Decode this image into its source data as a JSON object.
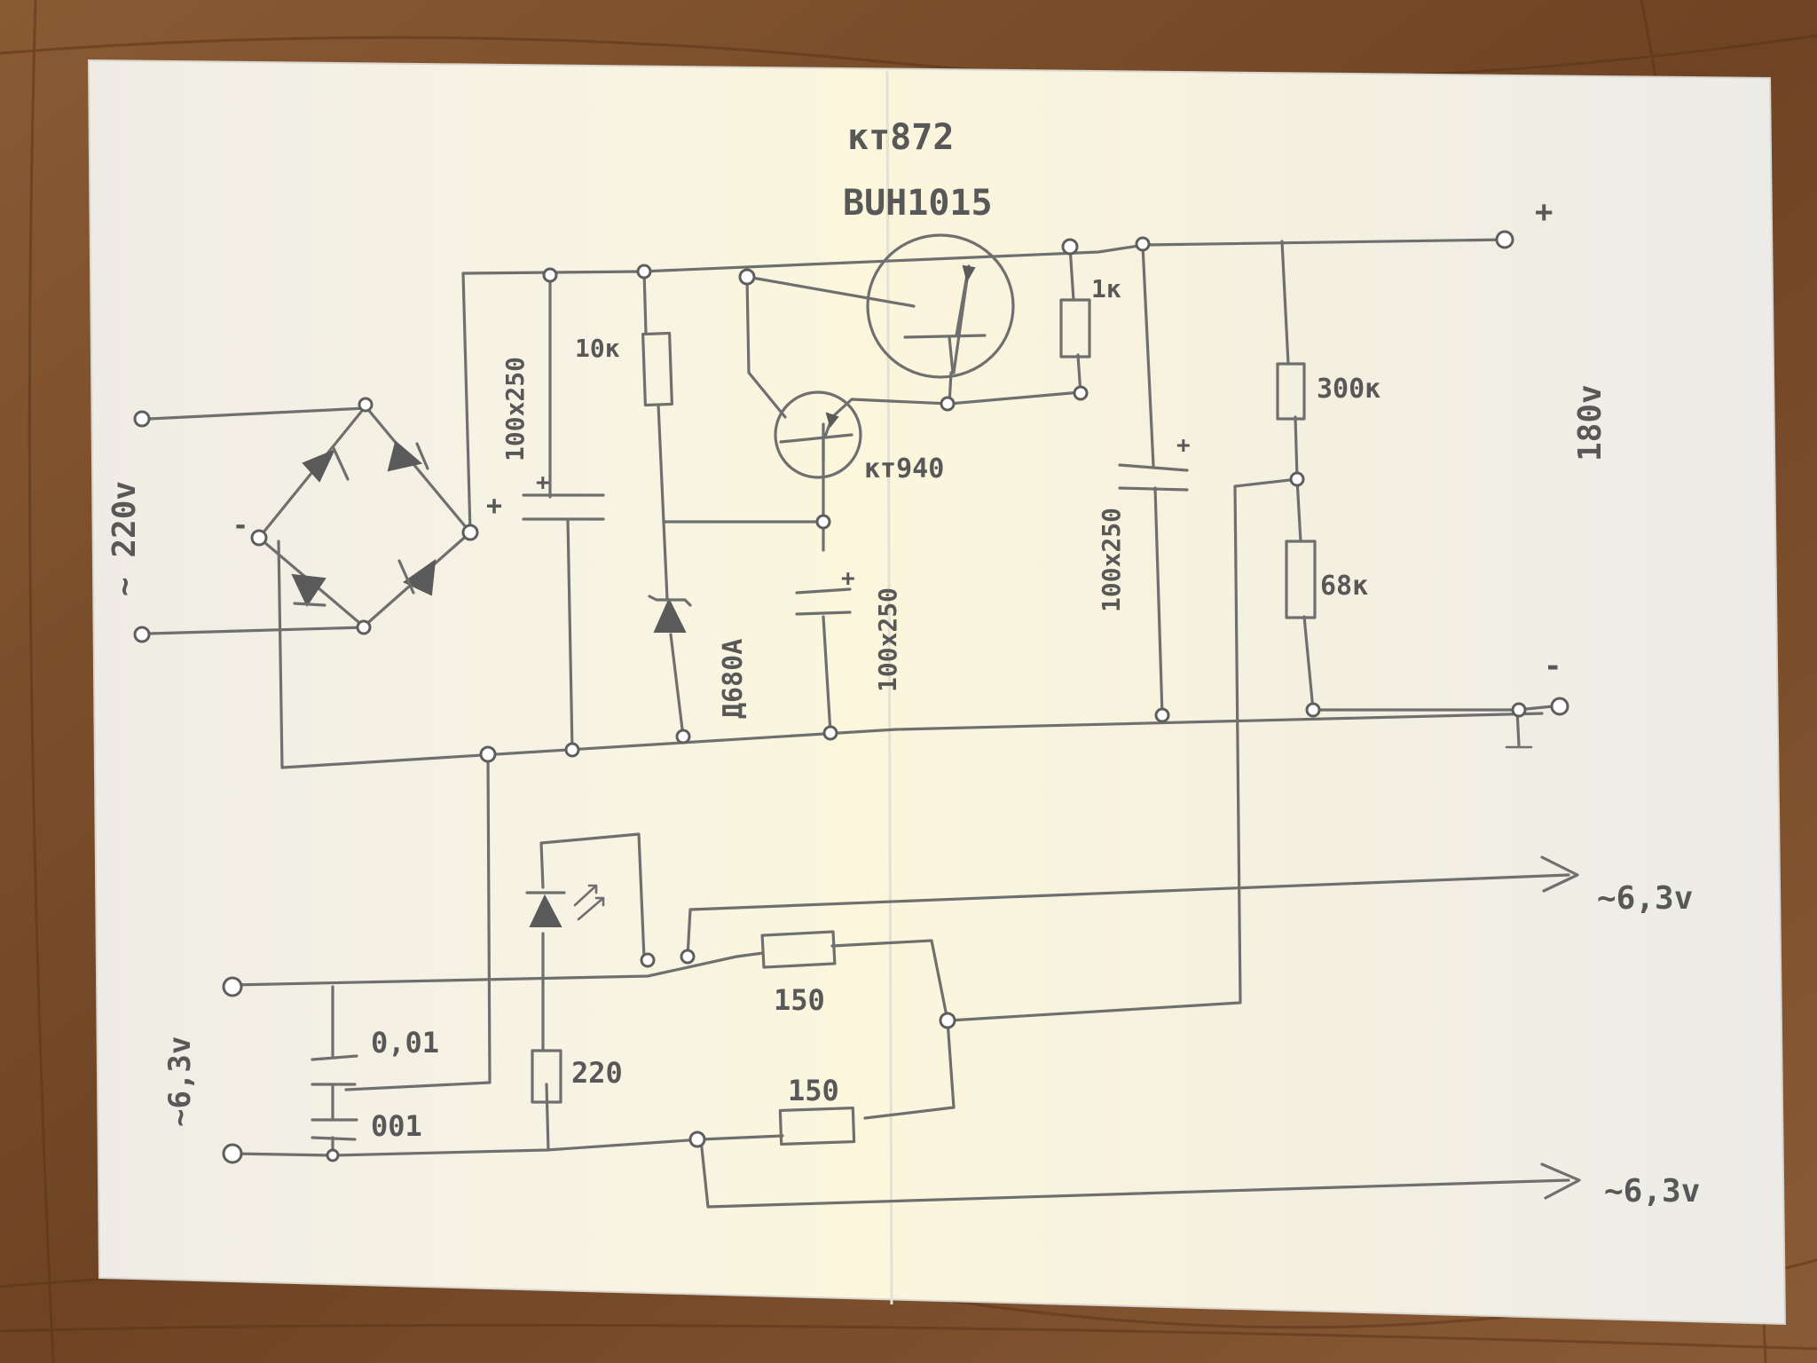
{
  "labels": {
    "transistor_top_1": "кт872",
    "transistor_top_2": "BUH1015",
    "transistor_small": "кт940",
    "input_ac": "~ 220v",
    "bridge_minus": "-",
    "bridge_plus": "+",
    "cap1": "100x250",
    "cap2": "100x250",
    "cap3": "100x250",
    "res_10k": "10к",
    "res_1k": "1к",
    "res_300k": "300к",
    "res_68k": "68к",
    "zener": "Д680А",
    "out_plus": "+",
    "out_minus": "-",
    "out_voltage": "180v",
    "heater_in": "~6,3v",
    "cap_001_a": "0,01",
    "cap_001_b": "001",
    "res_220": "220",
    "res_150_a": "150",
    "res_150_b": "150",
    "heater_out_1": "~6,3v",
    "heater_out_2": "~6,3v"
  },
  "colors": {
    "paper": "#f3f0e6",
    "pencil": "#6f6f6f",
    "wood": "#7a4e2c"
  }
}
